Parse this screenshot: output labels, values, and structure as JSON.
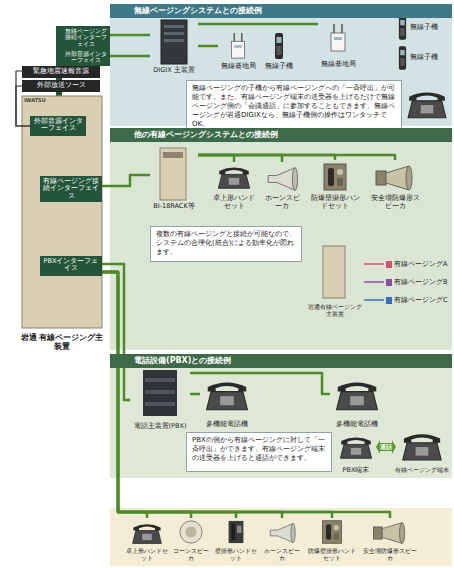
{
  "diagram": {
    "nodes": [
      {
        "text": [
          "緊急地震速報音源"
        ]
      },
      {
        "text": [
          "外部放送ソース"
        ]
      },
      {
        "text": [
          "IWATSU",
          "岩通 有線ページング主装置"
        ]
      },
      {
        "text": [
          "外部音源インターフェイス"
        ],
        "in": 2
      },
      {
        "text": [
          "有線ページング接続インターフェイス"
        ],
        "in": 2
      },
      {
        "text": [
          "PBXインターフェイス"
        ],
        "in": 2
      },
      {
        "text": [
          "無線ページング接続インターフェイス"
        ]
      },
      {
        "text": [
          "外部音源インターフェイス"
        ]
      },
      {
        "text": [
          "無線ページングシステムとの接続例"
        ]
      },
      {
        "text": [
          "DIGIX 主装置"
        ],
        "in": 8
      },
      {
        "text": [
          "無線基地局"
        ],
        "in": 8
      },
      {
        "text": [
          "無線子機"
        ],
        "in": 8
      },
      {
        "text": [
          "無線基地局"
        ],
        "in": 8
      },
      {
        "text": [
          "無線子機"
        ],
        "in": 8
      },
      {
        "text": [
          "無線子機"
        ],
        "in": 8
      },
      {
        "text": [
          "無線ページングの子機から有線ページングへの「一斉呼出」が可能です。また、有線ページング端末の送受器を上げるだけで無線ページング側の「会議通話」に参加することもできます。無線ページングが岩通DIGIXなら、無線子機側の操作はワンタッチでOK。"
        ],
        "in": 8
      },
      {
        "text": [
          "他の有線ページングシステムとの接続例"
        ]
      },
      {
        "text": [
          "BI-18RACK等"
        ],
        "in": 16
      },
      {
        "text": [
          "卓上形ハンドセット"
        ],
        "in": 16
      },
      {
        "text": [
          "ホーンスピーカ"
        ],
        "in": 16
      },
      {
        "text": [
          "防爆壁掛形ハンドセット"
        ],
        "in": 16
      },
      {
        "text": [
          "安全増防爆形スピーカ"
        ],
        "in": 16
      },
      {
        "text": [
          "複数の有線ページングと接続が可能なので、システムの合理化(統合)による効率化が図れます。"
        ],
        "in": 16
      },
      {
        "text": [
          "岩通有線ページング主装置"
        ],
        "in": 16
      },
      {
        "text": [
          "有線ページングA"
        ],
        "in": 16
      },
      {
        "text": [
          "有線ページングB"
        ],
        "in": 16
      },
      {
        "text": [
          "有線ページングC"
        ],
        "in": 16
      },
      {
        "text": [
          "電話設備(PBX)との接続例"
        ]
      },
      {
        "text": [
          "電話主装置(PBX)"
        ],
        "in": 27
      },
      {
        "text": [
          "多機能電話機"
        ],
        "in": 27
      },
      {
        "text": [
          "多機能電話機"
        ],
        "in": 27
      },
      {
        "text": [
          "PBXの側から有線ページングに対して「一斉呼出」ができます。有線ページング端末の送受器を上げると通話ができます。"
        ],
        "in": 27
      },
      {
        "text": [
          "PBX端末"
        ],
        "in": 27
      },
      {
        "text": [
          "通話"
        ],
        "in": 27
      },
      {
        "text": [
          "有線ページング端末"
        ],
        "in": 27
      },
      {
        "text": [
          "卓上形ハンドセット"
        ]
      },
      {
        "text": [
          "コーンスピーカ"
        ]
      },
      {
        "text": [
          "壁掛形ハンドセット"
        ]
      },
      {
        "text": [
          "ホーンスピーカ"
        ]
      },
      {
        "text": [
          "防爆壁掛形ハンドセット"
        ]
      },
      {
        "text": [
          "安全増防爆形スピーカ"
        ]
      }
    ],
    "edges": [
      {
        "from": 0,
        "to": 3,
        "arrow": "none"
      },
      {
        "from": 1,
        "to": 3,
        "arrow": "none"
      },
      {
        "from": 6,
        "to": 9,
        "arrow": "none"
      },
      {
        "from": 7,
        "to": 9,
        "arrow": "none"
      },
      {
        "from": 9,
        "to": 10,
        "arrow": "none"
      },
      {
        "from": 9,
        "to": 12,
        "arrow": "none"
      },
      {
        "from": 4,
        "to": 17,
        "arrow": "none"
      },
      {
        "from": 17,
        "to": 18,
        "arrow": "none"
      },
      {
        "from": 17,
        "to": 19,
        "arrow": "none"
      },
      {
        "from": 17,
        "to": 20,
        "arrow": "none"
      },
      {
        "from": 17,
        "to": 21,
        "arrow": "none"
      },
      {
        "from": 23,
        "to": 24,
        "arrow": "none"
      },
      {
        "from": 23,
        "to": 25,
        "arrow": "none"
      },
      {
        "from": 23,
        "to": 26,
        "arrow": "none"
      },
      {
        "from": 5,
        "to": 28,
        "arrow": "none"
      },
      {
        "from": 28,
        "to": 29,
        "arrow": "none"
      },
      {
        "from": 28,
        "to": 30,
        "arrow": "none"
      },
      {
        "from": 5,
        "to": 35,
        "arrow": "none"
      },
      {
        "from": 5,
        "to": 36,
        "arrow": "none"
      },
      {
        "from": 5,
        "to": 37,
        "arrow": "none"
      },
      {
        "from": 5,
        "to": 38,
        "arrow": "none"
      },
      {
        "from": 5,
        "to": 39,
        "arrow": "none"
      },
      {
        "from": 5,
        "to": 40,
        "arrow": "none"
      }
    ]
  }
}
